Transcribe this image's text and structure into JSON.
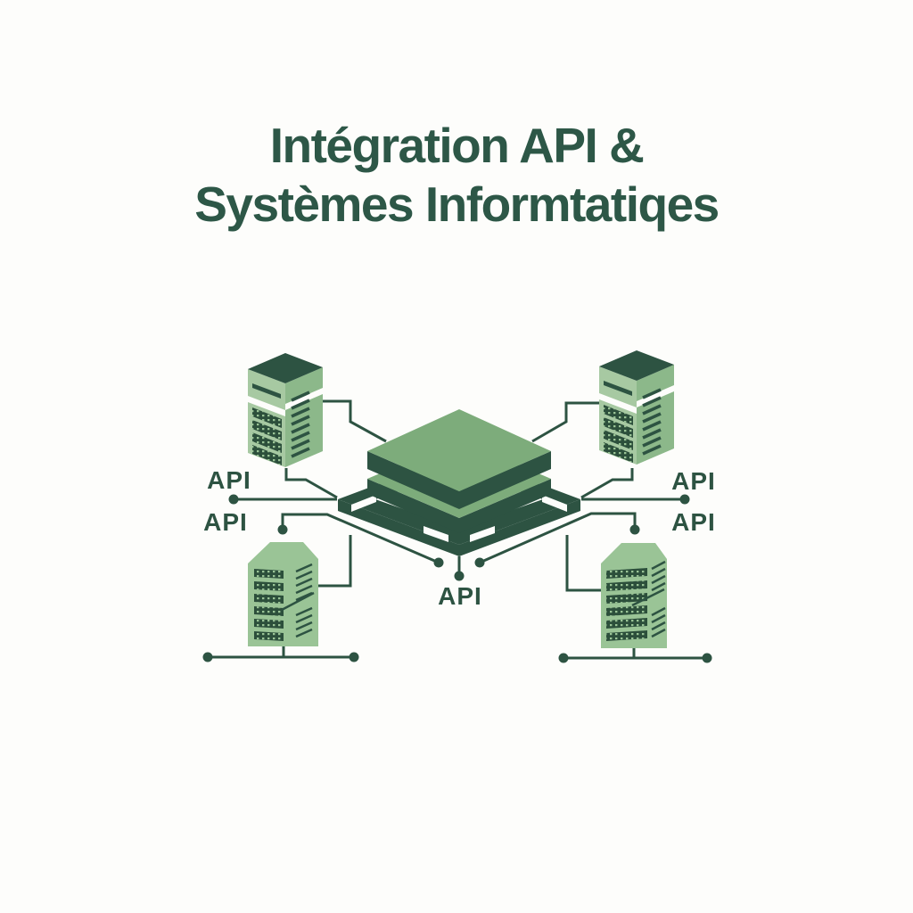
{
  "title": {
    "line1": "Intégration API &",
    "line2": "Systèmes Informtatiqes"
  },
  "labels": {
    "left_top": "API",
    "left_bottom": "API",
    "right_top": "API",
    "right_bottom": "API",
    "center": "API"
  },
  "colors": {
    "background": "#fdfdfb",
    "title": "#2d5747",
    "ink": "#2d5342",
    "platform_top": "#7dac7b",
    "tower_front": "#a7c9a2",
    "tower_side": "#8cb88a",
    "flat_tower": "#9ac496",
    "panel_dark": "#2c4f3b",
    "panel_dot": "#9ac496"
  },
  "diagram": {
    "nodes": [
      "server-tower-top-left",
      "server-tower-top-right",
      "server-tower-bottom-left",
      "server-tower-bottom-right",
      "central-api-platform"
    ]
  }
}
